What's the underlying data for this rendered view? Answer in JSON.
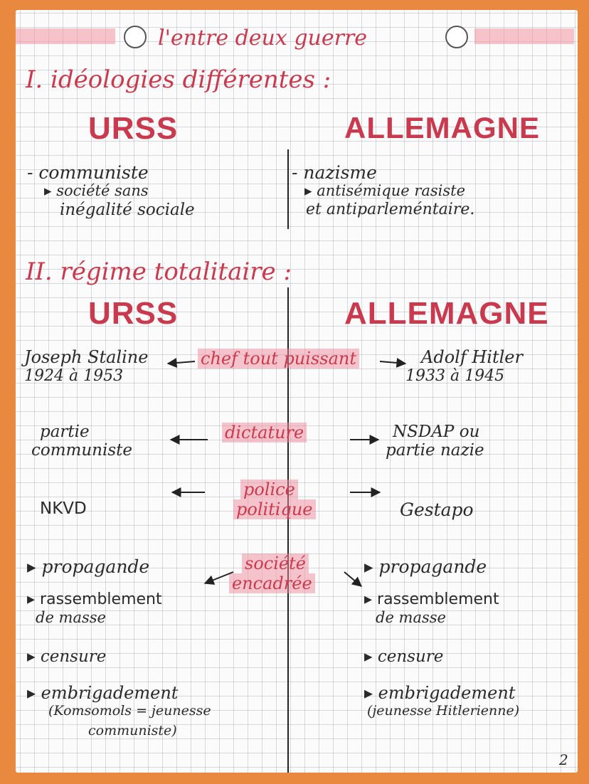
{
  "title": "l'entre deux guerre",
  "section1": {
    "heading": "I. idéologies différentes :",
    "left": {
      "country": "URSS",
      "line1": "- communiste",
      "line2": "▸ société sans",
      "line3": "inégalité sociale"
    },
    "right": {
      "country": "ALLEMAGNE",
      "line1": "- nazisme",
      "line2": "▸ antisémique rasiste",
      "line3": "et antiparleméntaire."
    }
  },
  "section2": {
    "heading": "II. régime totalitaire :",
    "left_country": "URSS",
    "right_country": "ALLEMAGNE",
    "rows": {
      "chef": {
        "center": "chef tout puissant",
        "left1": "Joseph Staline",
        "left2": "1924 à 1953",
        "right1": "Adolf Hitler",
        "right2": "1933 à 1945"
      },
      "dictature": {
        "center": "dictature",
        "left1": "partie",
        "left2": "communiste",
        "right1": "NSDAP ou",
        "right2": "partie nazie"
      },
      "police": {
        "center1": "police",
        "center2": "politique",
        "left": "NKVD",
        "right": "Gestapo"
      },
      "societe": {
        "center1": "société",
        "center2": "encadrée"
      }
    },
    "left_list": {
      "propagande": "▸ propagande",
      "rassemblement1": "▸ rassemblement",
      "rassemblement2": "de masse",
      "censure": "▸ censure",
      "embrigadement": "▸ embrigadement",
      "embrigadement_note1": "(Komsomols = jeunesse",
      "embrigadement_note2": "communiste)"
    },
    "right_list": {
      "propagande": "▸ propagande",
      "rassemblement1": "▸ rassemblement",
      "rassemblement2": "de masse",
      "censure": "▸ censure",
      "embrigadement": "▸ embrigadement",
      "embrigadement_note": "(jeunesse Hitlerienne)"
    }
  },
  "page_number": "2",
  "colors": {
    "accent_red": "#c93a4e",
    "highlight_pink": "#f08c9b",
    "frame_orange": "#e8893f",
    "ink": "#2a2a2a"
  }
}
